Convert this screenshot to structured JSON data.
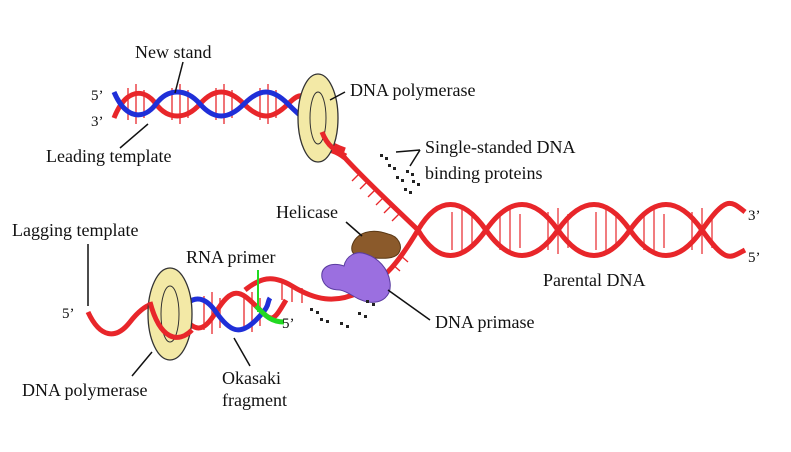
{
  "labels": {
    "new_strand": "New stand",
    "dna_polymerase_top": "DNA polymerase",
    "leading_template": "Leading template",
    "ssb_line1": "Single-standed DNA",
    "ssb_line2": "binding proteins",
    "helicase": "Helicase",
    "lagging_template": "Lagging template",
    "rna_primer": "RNA primer",
    "parental_dna": "Parental DNA",
    "dna_primase": "DNA primase",
    "dna_polymerase_bottom": "DNA polymerase",
    "okasaki_line1": "Okasaki",
    "okasaki_line2": "fragment"
  },
  "ends": {
    "leading_5": "5’",
    "leading_3": "3’",
    "parental_3": "3’",
    "parental_5": "5’",
    "lagging_5": "5’",
    "primer_5": "5’"
  },
  "colors": {
    "parental_strand": "#e8262a",
    "new_strand": "#1f2fd8",
    "rna_primer": "#22d922",
    "polymerase_ring": "#f3e9a6",
    "helicase": "#8b5a2b",
    "primase": "#9b6fe0",
    "ssb": "#222222"
  }
}
